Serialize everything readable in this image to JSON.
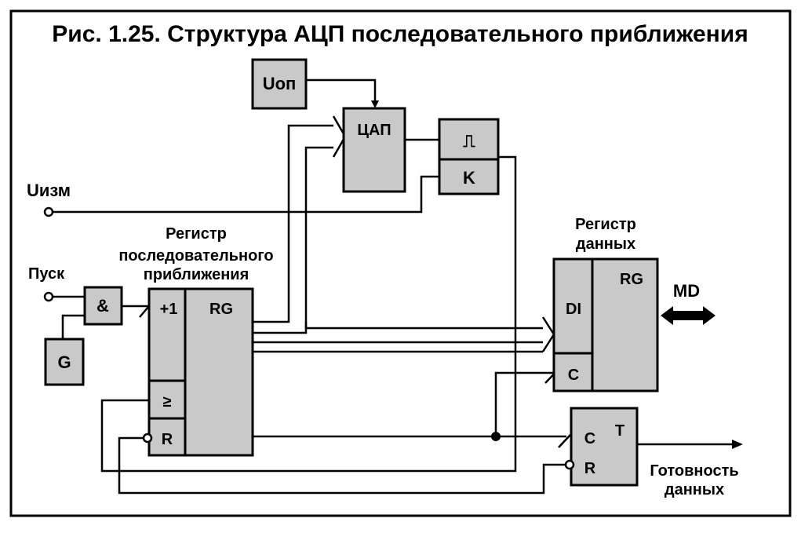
{
  "title": "Рис. 1.25. Структура АЦП последовательного приближения",
  "blocks": {
    "uop": "Uоп",
    "dac": "ЦАП",
    "comparator_symbol": "⎍",
    "comparator_k": "K",
    "and_gate": "&",
    "generator": "G",
    "sar_plus1": "+1",
    "sar_rg": "RG",
    "sar_ge": "≥",
    "sar_r": "R",
    "data_rg": "RG",
    "data_di": "DI",
    "data_c": "C",
    "trigger_c": "C",
    "trigger_t": "T",
    "trigger_r": "R"
  },
  "labels": {
    "u_izm": "Uизм",
    "pusk": "Пуск",
    "sar_caption_1": "Регистр",
    "sar_caption_2": "последовательного",
    "sar_caption_3": "приближения",
    "data_caption_1": "Регистр",
    "data_caption_2": "данных",
    "md": "MD",
    "ready_1": "Готовность",
    "ready_2": "данных"
  }
}
